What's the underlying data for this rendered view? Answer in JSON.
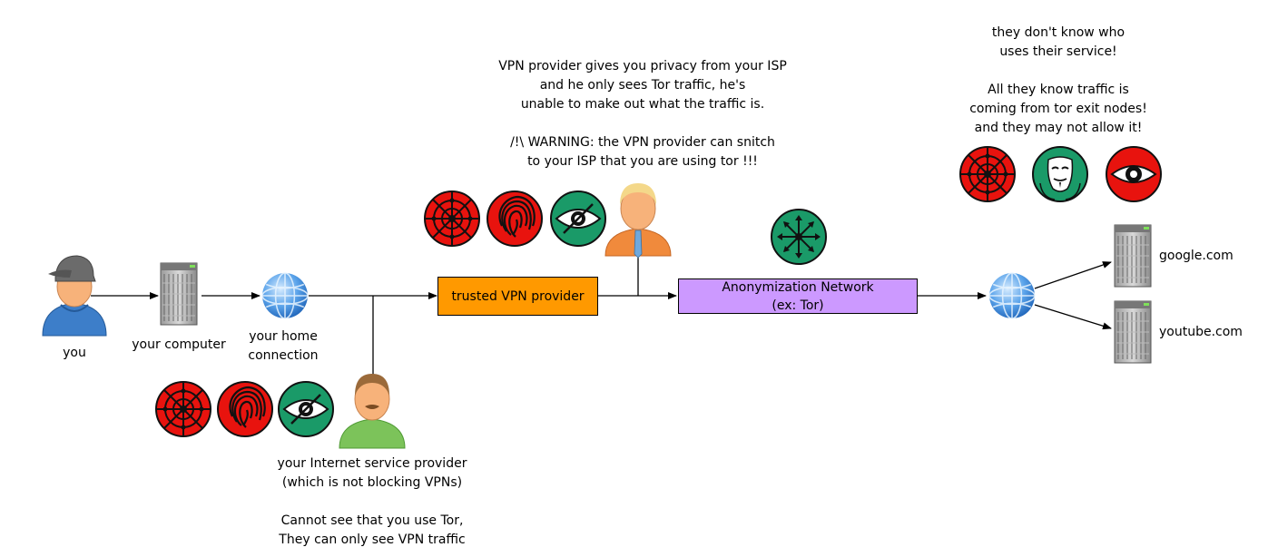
{
  "nodes": {
    "you": "you",
    "computer": "your computer",
    "home_connection": "your home\nconnection",
    "vpn_provider": "trusted VPN provider",
    "anon_network_title": "Anonymization Network",
    "anon_network_sub": "(ex: Tor)",
    "site_google": "google.com",
    "site_youtube": "youtube.com"
  },
  "notes": {
    "vpn_note": "VPN provider gives you privacy from your ISP\nand he only sees Tor traffic, he's\nunable to make out what the traffic is.\n\n/!\\ WARNING: the VPN provider can snitch\nto your ISP that you are using tor !!!",
    "exit_note": "they don't know who\nuses their service!\n\nAll they know traffic is\ncoming from tor exit nodes!\nand they may not allow it!",
    "isp_note": "your Internet service provider\n(which is not blocking VPNs)\n\nCannot see that you use Tor,\nThey can only see VPN traffic"
  },
  "colors": {
    "vpn_box": "#ff9900",
    "anon_box": "#cc99ff",
    "red_badge": "#e8130e",
    "green_badge": "#1a9a68",
    "skin": "#f7b27a",
    "you_shirt": "#3d7ec9",
    "isp_shirt": "#7cc35a",
    "vpn_shirt": "#f08a3c"
  },
  "icons": {
    "isp_badges": [
      "targeting-icon",
      "fingerprint-icon",
      "crossed-eye-icon"
    ],
    "vpn_badges": [
      "targeting-icon",
      "fingerprint-icon",
      "crossed-eye-icon"
    ],
    "tor_badge": "network-hub-icon",
    "exit_badges": [
      "targeting-icon",
      "anonymous-mask-icon",
      "eye-icon"
    ]
  }
}
